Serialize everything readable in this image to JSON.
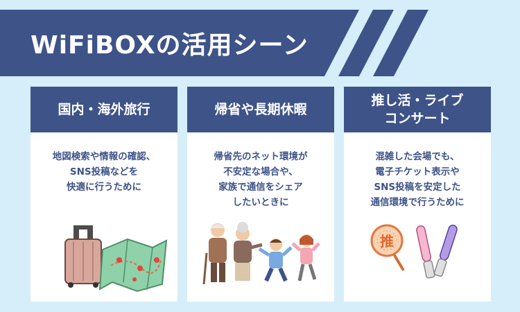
{
  "banner": {
    "title": "WiFiBOXの活用シーン",
    "color": "#3e5388"
  },
  "cards": [
    {
      "title_lines": [
        "国内・海外旅行"
      ],
      "desc_lines": [
        "地図検索や情報の確認、",
        "SNS投稿などを",
        "快適に行うために"
      ],
      "icon": "suitcase-and-map"
    },
    {
      "title_lines": [
        "帰省や長期休暇"
      ],
      "desc_lines": [
        "帰省先のネット環境が",
        "不安定な場合や、",
        "家族で通信をシェア",
        "したいときに"
      ],
      "icon": "family-reunion"
    },
    {
      "title_lines": [
        "推し活・ライブ",
        "コンサート"
      ],
      "desc_lines": [
        "混雑した会場でも、",
        "電子チケット表示や",
        "SNS投稿を安定した",
        "通信環境で行うために"
      ],
      "icon": "fan-and-penlights",
      "fan_text": "推"
    }
  ],
  "colors": {
    "background": "#d6eef9",
    "header": "#3e5388",
    "text": "#3e5388",
    "card": "#ffffff"
  }
}
